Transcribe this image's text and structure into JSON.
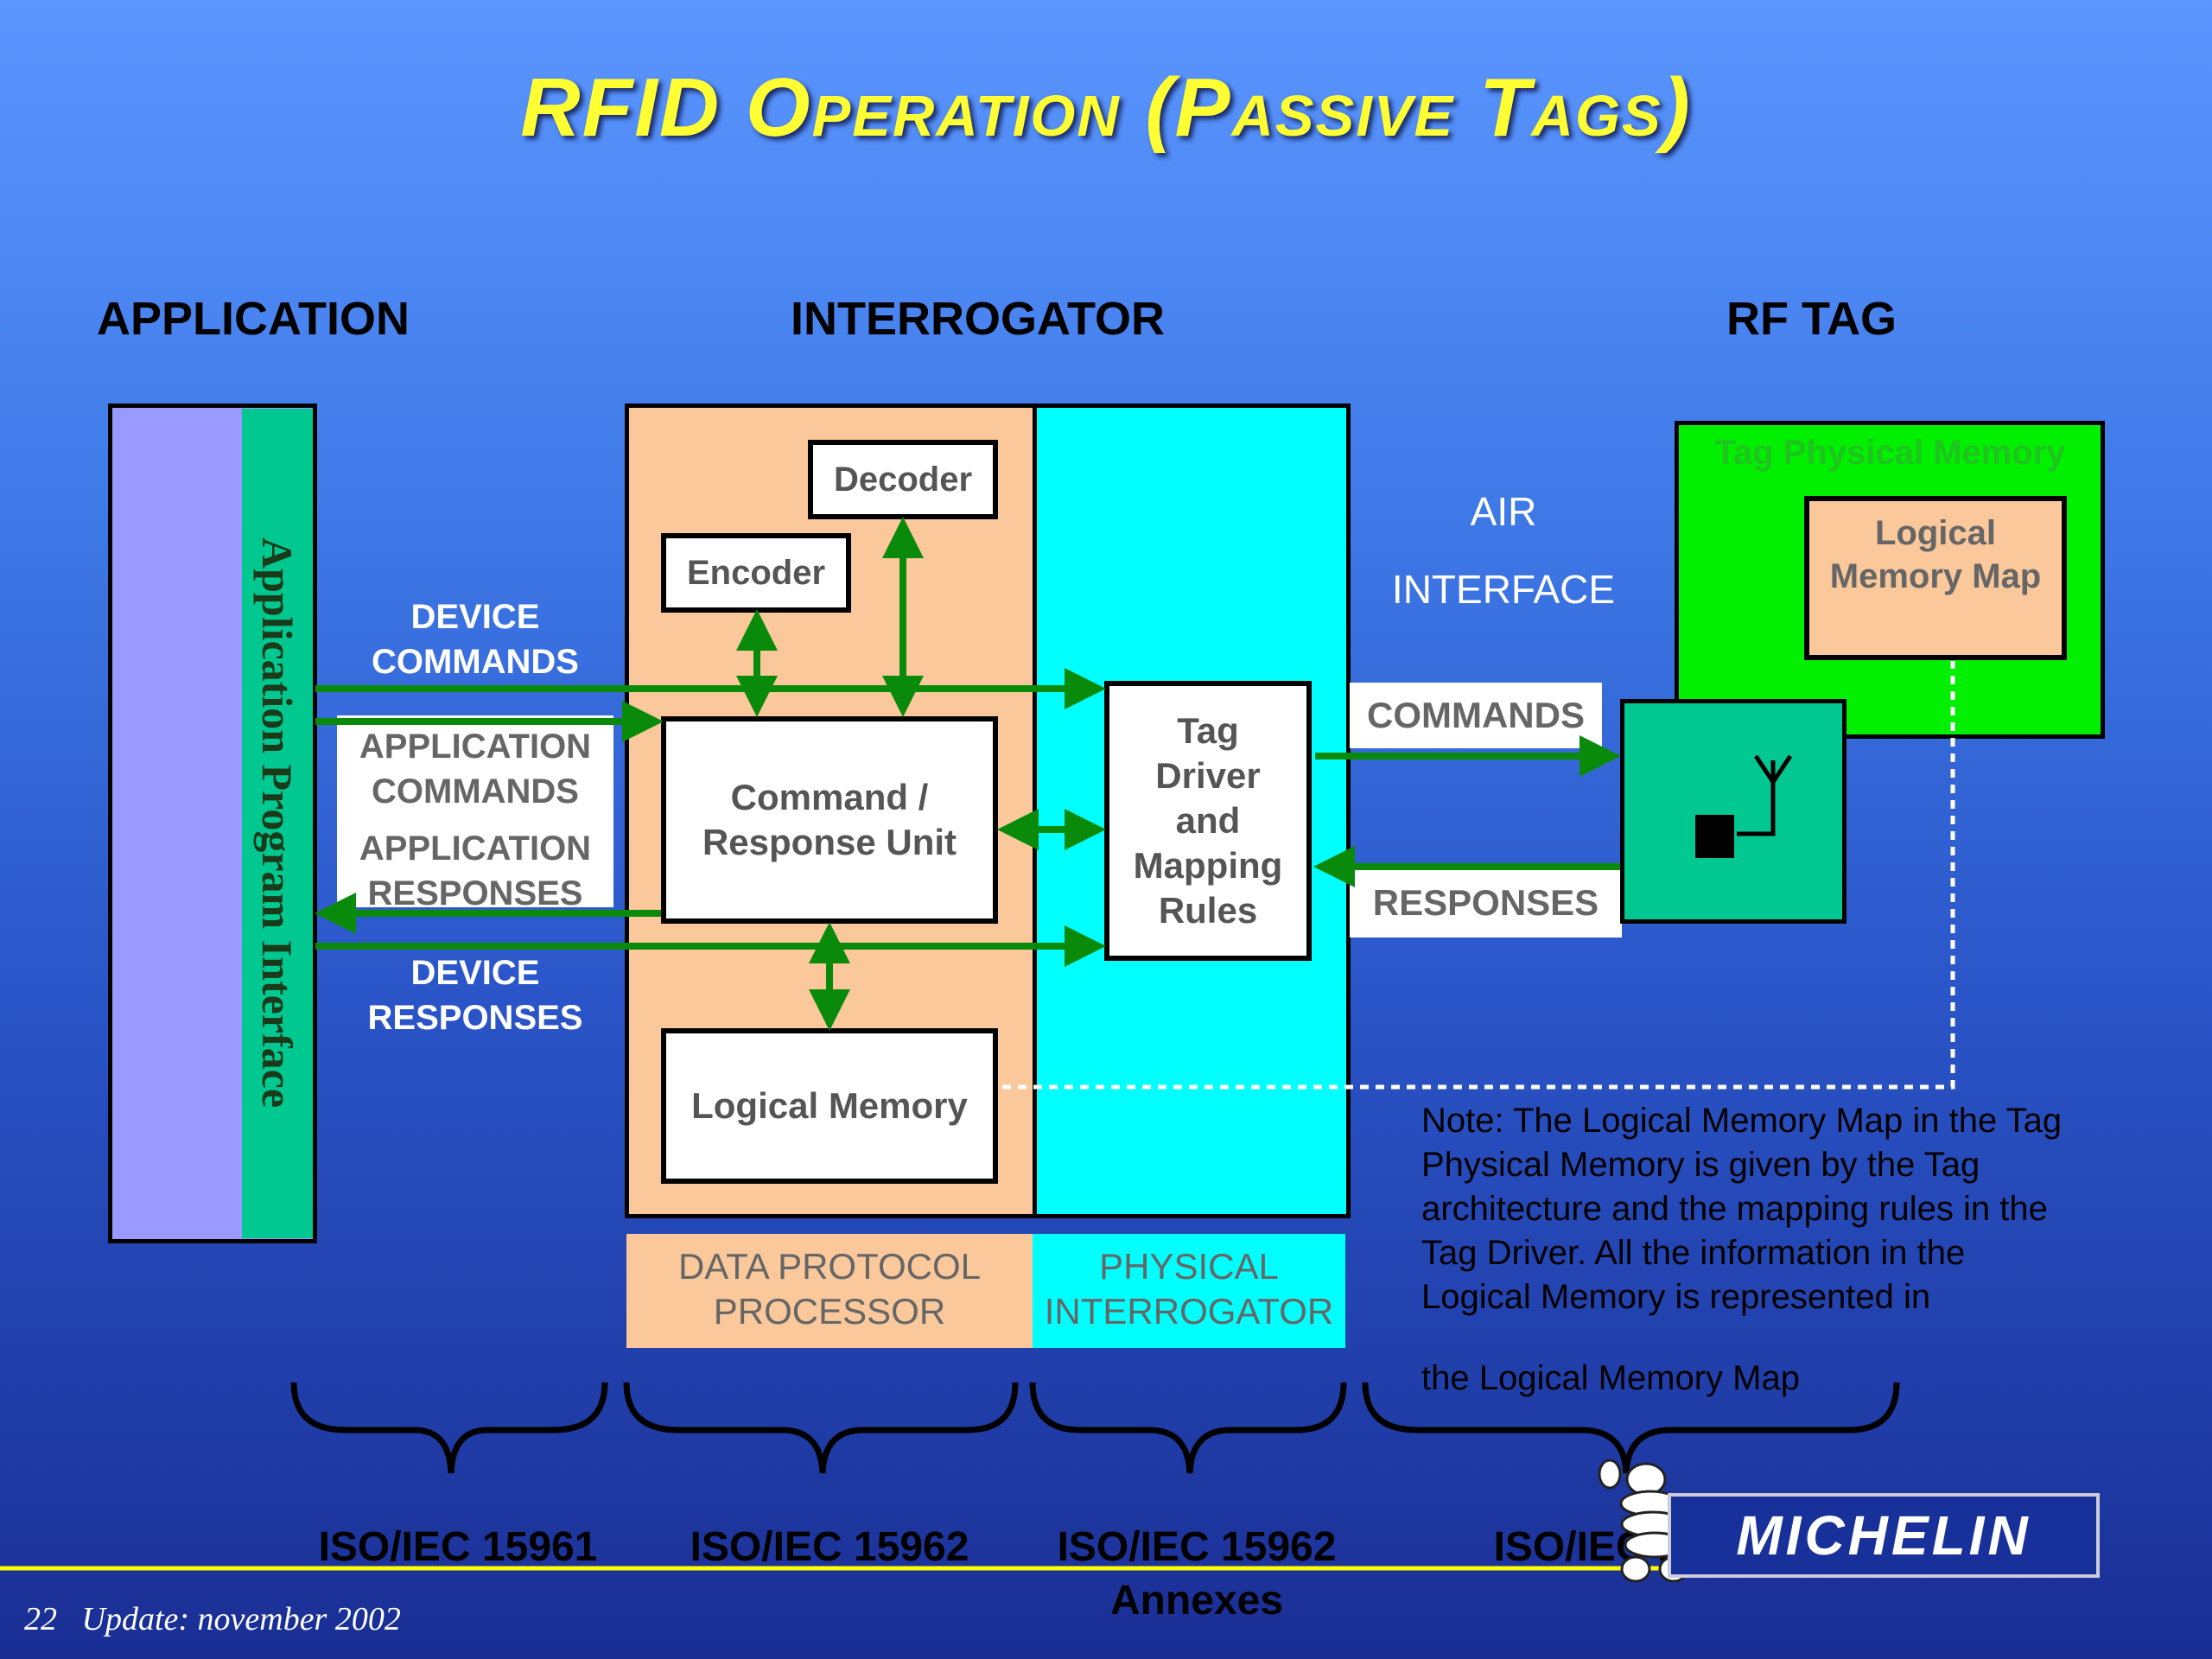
{
  "title": "RFID Operation (Passive Tags)",
  "headers": {
    "application": "APPLICATION",
    "interrogator": "INTERROGATOR",
    "rf_tag": "RF TAG"
  },
  "api_label": "Application Program Interface",
  "boxes": {
    "decoder": "Decoder",
    "encoder": "Encoder",
    "command_response": "Command / Response Unit",
    "logical_memory": "Logical Memory",
    "tag_driver": "Tag Driver and Mapping Rules",
    "tag_physical_memory": "Tag Physical Memory",
    "logical_memory_map": "Logical Memory Map"
  },
  "flow_labels": {
    "device_commands": "DEVICE COMMANDS",
    "application_commands": "APPLICATION COMMANDS",
    "application_responses": "APPLICATION RESPONSES",
    "device_responses": "DEVICE RESPONSES",
    "air_interface_1": "AIR",
    "air_interface_2": "INTERFACE",
    "commands": "COMMANDS",
    "responses": "RESPONSES"
  },
  "sections": {
    "data_protocol": "DATA PROTOCOL PROCESSOR",
    "physical_interrogator": "PHYSICAL INTERROGATOR"
  },
  "note": "Note: The Logical Memory Map  in the Tag Physical Memory is given by the Tag architecture and the mapping rules in the Tag Driver.  All the information in the Logical Memory is represented in",
  "note_end": "the Logical Memory Map",
  "standards": {
    "iso_15961": "ISO/IEC 15961",
    "iso_15962": "ISO/IEC 15962",
    "iso_15962_annexes_1": "ISO/IEC 15962",
    "iso_15962_annexes_2": "Annexes",
    "iso_18000": "ISO/IEC 18000"
  },
  "logo": "MICHELIN",
  "footer": "22   Update: november 2002",
  "colors": {
    "title": "#ffff33",
    "arrow": "#0a8a0a",
    "interrogator_left": "#fac89a",
    "interrogator_right": "#00ffff",
    "tag_memory": "#00f000",
    "tag_chip": "#00c890",
    "api_purple": "#9999ff",
    "api_green": "#00c890"
  }
}
